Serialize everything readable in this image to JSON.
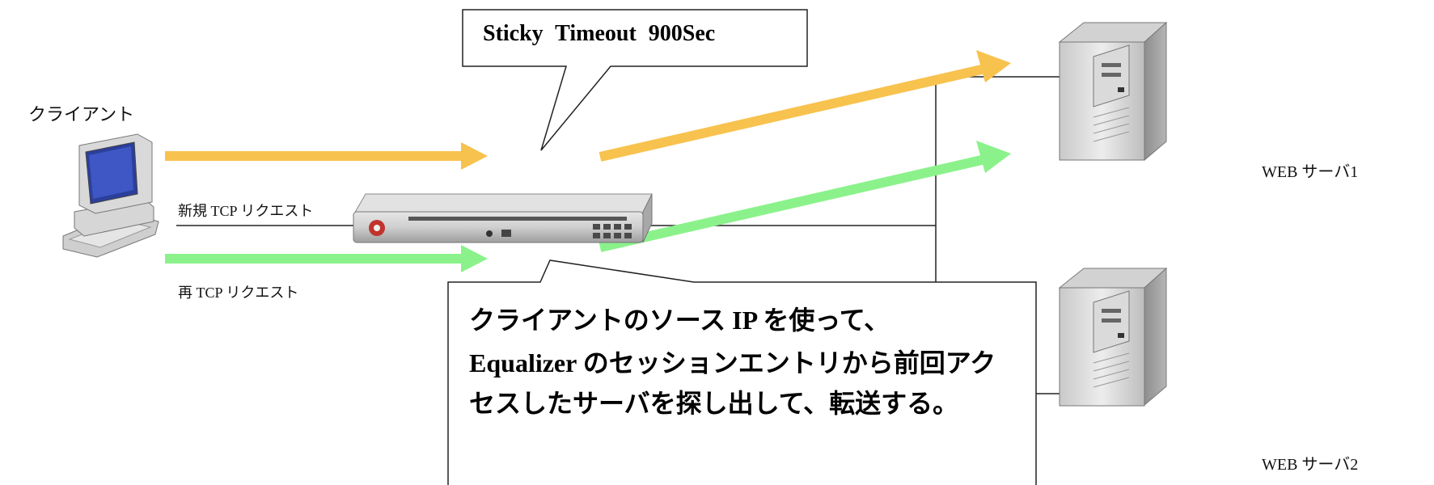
{
  "client": {
    "label": "クライアント"
  },
  "requests": {
    "new_label": "新規 TCP リクエスト",
    "repeat_label": "再 TCP リクエスト",
    "new_color": "#F8C24E",
    "repeat_color": "#8BF28B"
  },
  "callouts": {
    "sticky": "Sticky Timeout 900Sec",
    "explain_line1": "クライアントのソース IP を使って、",
    "explain_line2": "Equalizer のセッションエントリから前回アク",
    "explain_line3": "セスしたサーバを探し出して、転送する。"
  },
  "servers": [
    {
      "label": "WEB サーバ1"
    },
    {
      "label": "WEB サーバ2"
    }
  ],
  "icons": {
    "client": "desktop-computer-icon",
    "balancer": "load-balancer-appliance-icon",
    "server": "tower-server-icon"
  }
}
